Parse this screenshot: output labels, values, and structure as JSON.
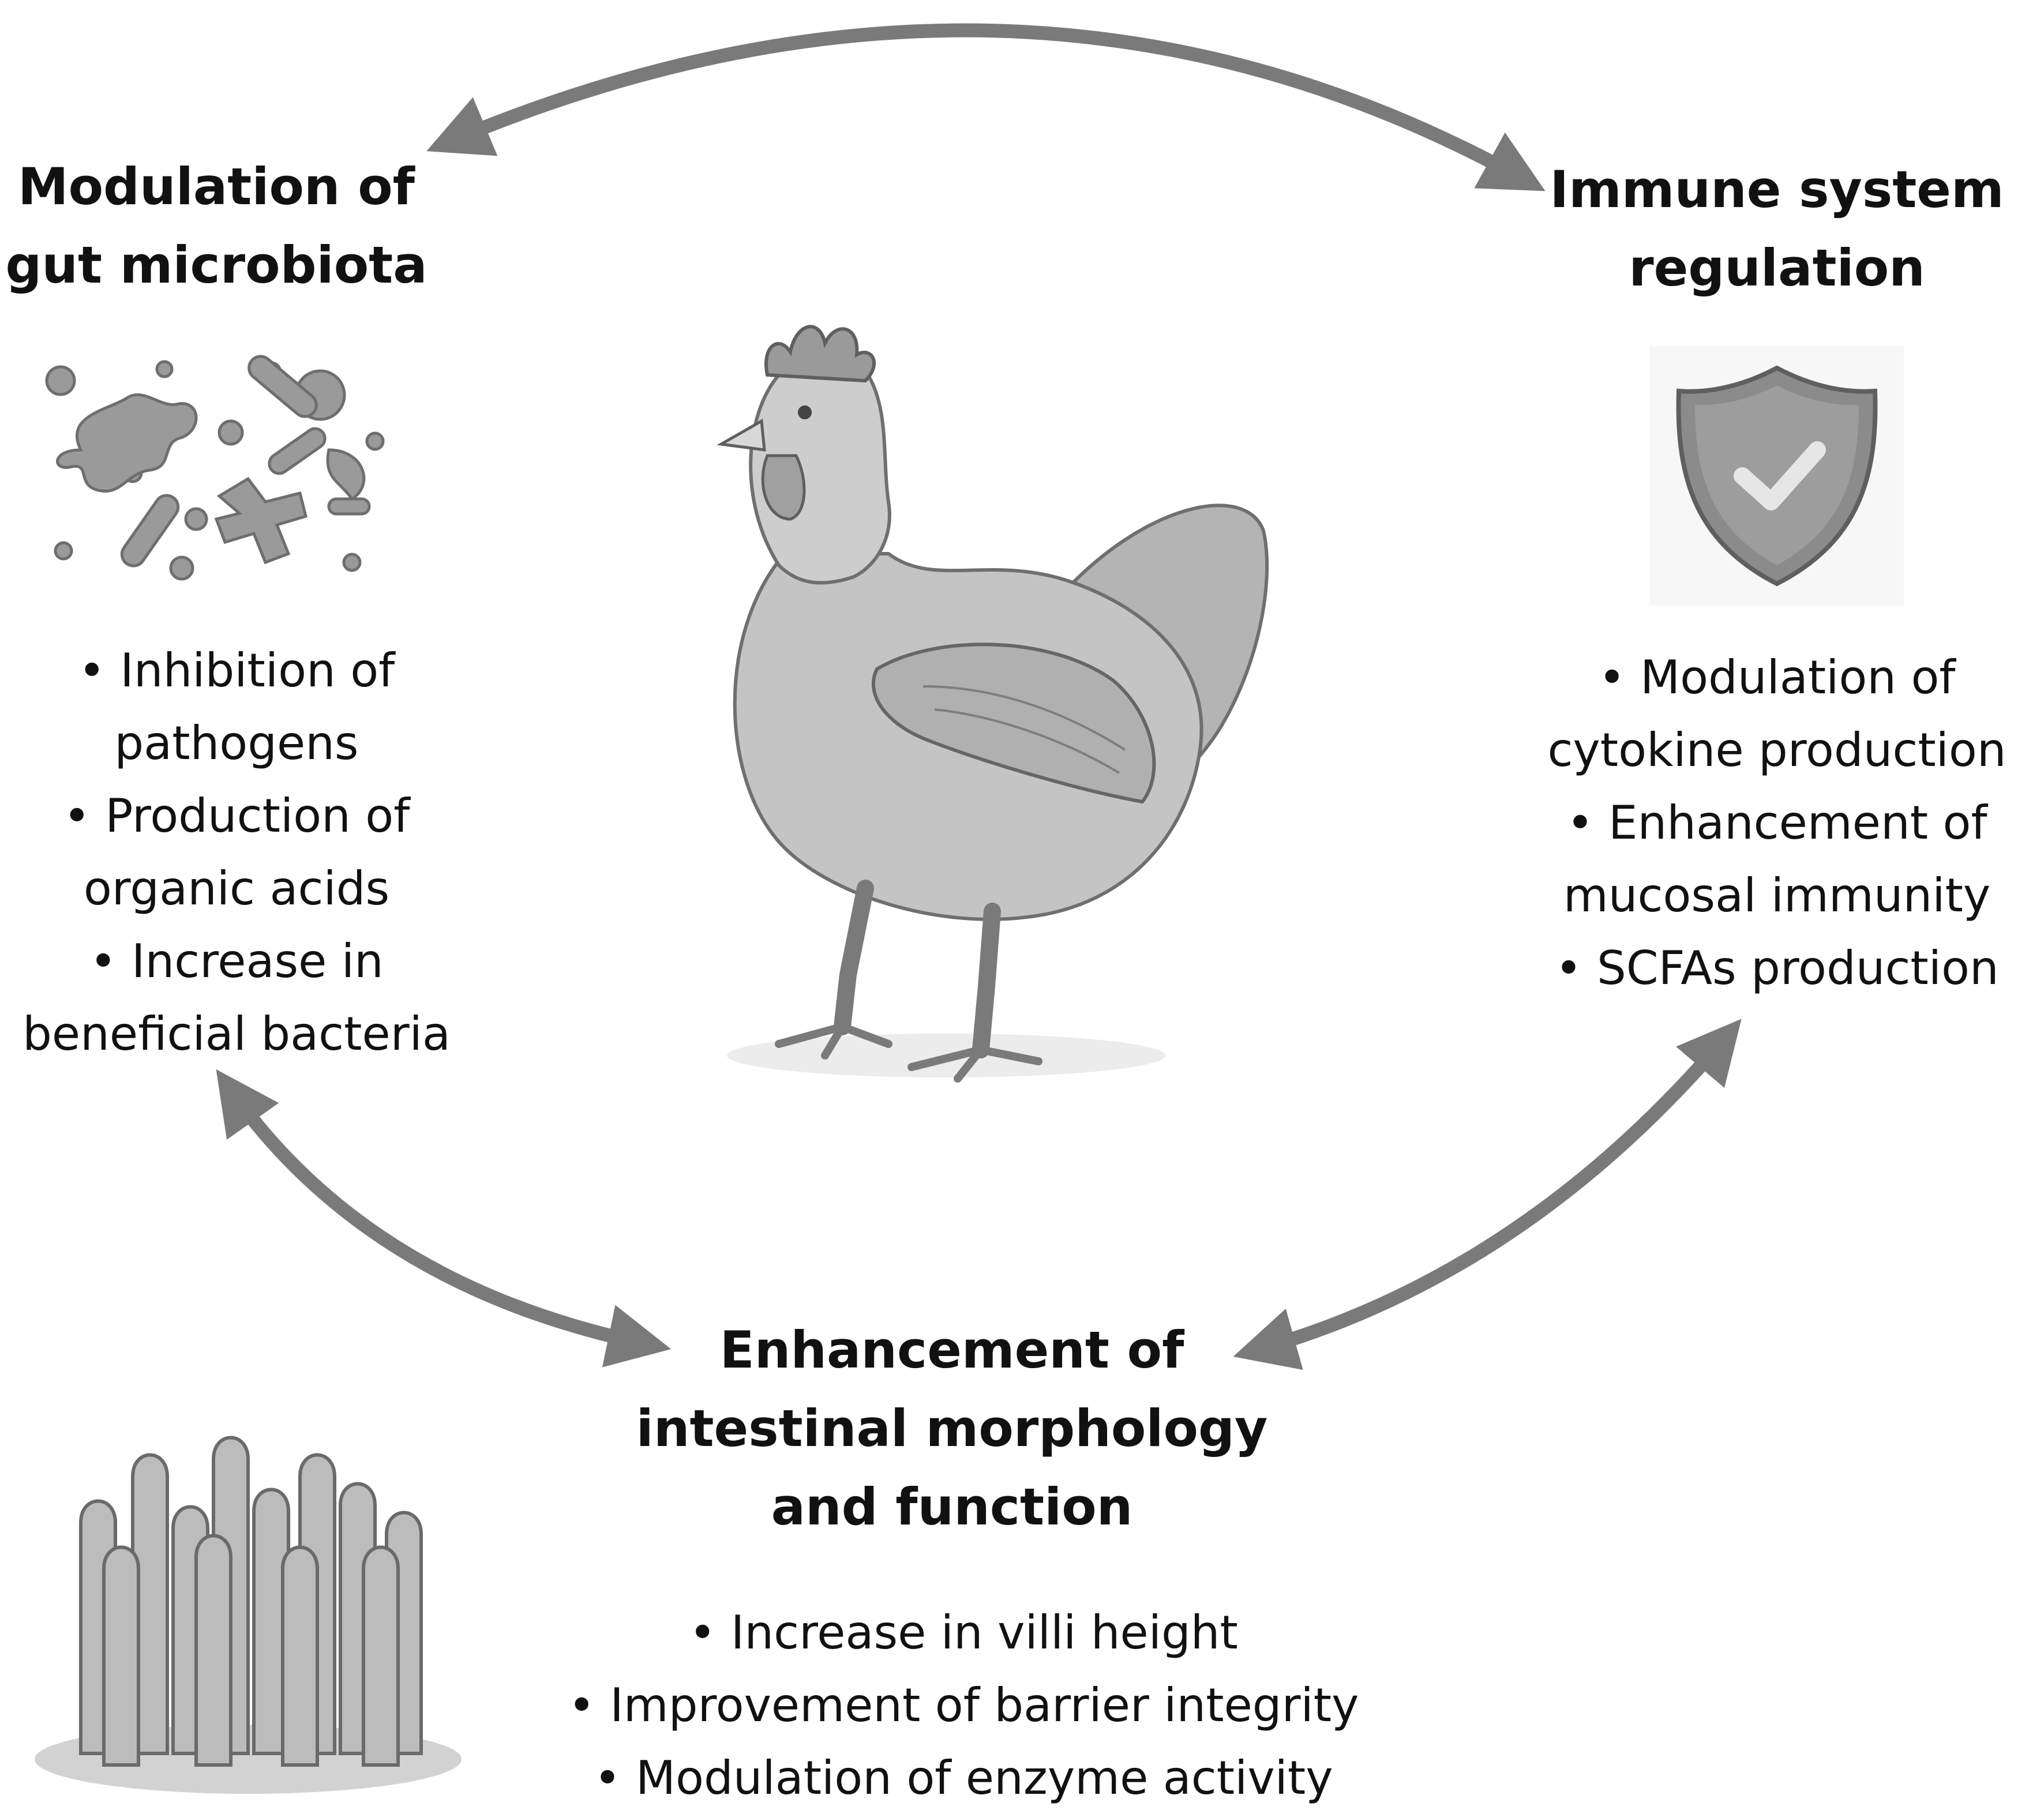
{
  "nodes": {
    "gut_microbiota": {
      "title_lines": [
        "Modulation of",
        "gut microbiota"
      ],
      "icon": "microbes-icon",
      "bullets": [
        {
          "lines": [
            "Inhibition of",
            "pathogens"
          ]
        },
        {
          "lines": [
            "Production of",
            "organic acids"
          ]
        },
        {
          "lines": [
            "Increase in",
            "beneficial bacteria"
          ]
        }
      ]
    },
    "immune_system": {
      "title_lines": [
        "Immune system",
        "regulation"
      ],
      "icon": "shield-check-icon",
      "bullets": [
        {
          "lines": [
            "Modulation of",
            "cytokine production"
          ]
        },
        {
          "lines": [
            "Enhancement of",
            "mucosal immunity"
          ]
        },
        {
          "lines": [
            "SCFAs production"
          ]
        }
      ]
    },
    "intestinal": {
      "title_lines": [
        "Enhancement of",
        "intestinal morphology",
        "and function"
      ],
      "icon": "intestinal-villi-icon",
      "bullets": [
        {
          "lines": [
            "Increase in villi height"
          ]
        },
        {
          "lines": [
            "Improvement of barrier integrity"
          ]
        },
        {
          "lines": [
            "Modulation of enzyme activity"
          ]
        }
      ]
    }
  },
  "center_illustration": "chicken-illustration",
  "connectors": [
    {
      "from": "gut_microbiota",
      "to": "immune_system",
      "style": "double-headed-arrow"
    },
    {
      "from": "gut_microbiota",
      "to": "intestinal",
      "style": "double-headed-arrow"
    },
    {
      "from": "immune_system",
      "to": "intestinal",
      "style": "double-headed-arrow"
    }
  ],
  "colors": {
    "arrow": "#7a7a7a",
    "text": "#111111",
    "illustration": "#8a8a8a"
  }
}
